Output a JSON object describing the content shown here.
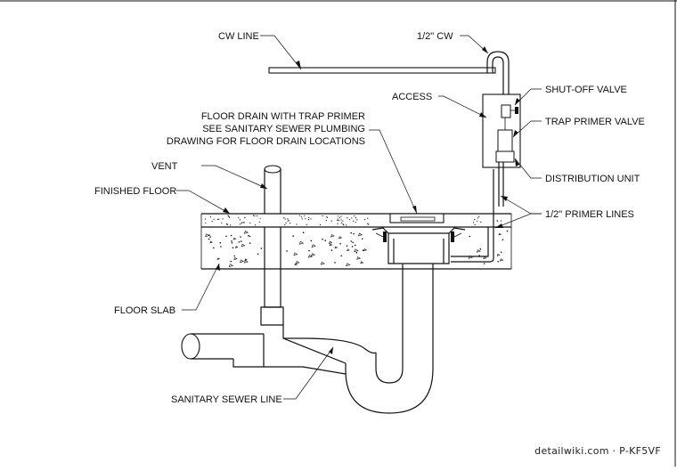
{
  "labels": {
    "cw_line": "CW LINE",
    "half_cw": "1/2\" CW",
    "access": "ACCESS",
    "shutoff_valve": "SHUT-OFF VALVE",
    "trap_primer_valve": "TRAP PRIMER VALVE",
    "floor_drain_1": "FLOOR DRAIN WITH TRAP PRIMER",
    "floor_drain_2": "SEE SANITARY SEWER PLUMBING",
    "floor_drain_3": "DRAWING FOR FLOOR DRAIN LOCATIONS",
    "vent": "VENT",
    "finished_floor": "FINISHED FLOOR",
    "distribution_unit": "DISTRIBUTION UNIT",
    "primer_lines": "1/2\" PRIMER LINES",
    "floor_slab": "FLOOR SLAB",
    "sanitary_sewer": "SANITARY SEWER LINE"
  },
  "watermark": "detailwiki.com · P-KF5VF"
}
